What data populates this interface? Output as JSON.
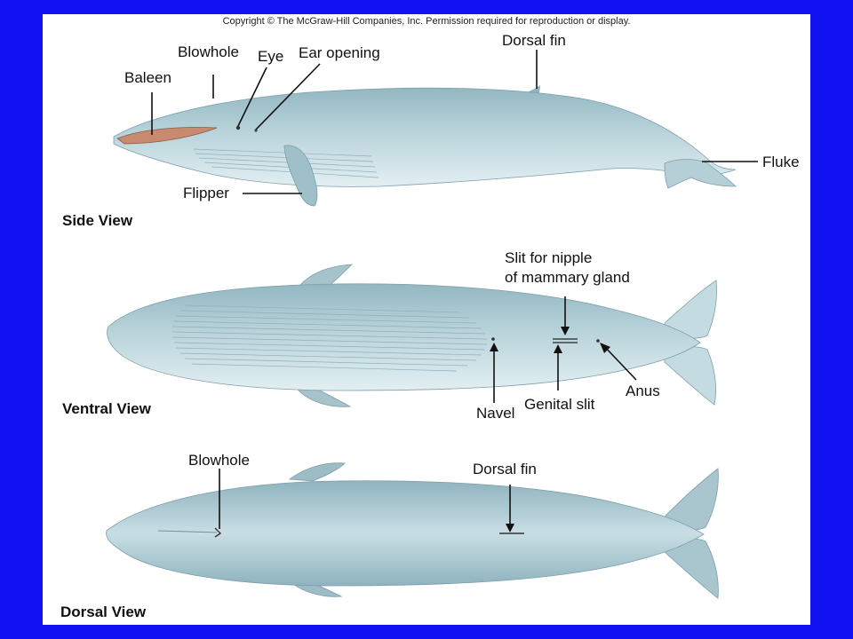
{
  "copyright": "Copyright © The McGraw-Hill Companies, Inc. Permission required for reproduction or display.",
  "colors": {
    "background": "#1010f0",
    "body": "#a9c6cf",
    "belly": "#d8e9ee",
    "baleen": "#c98b70"
  },
  "side_view": {
    "title": "Side View",
    "labels": {
      "baleen": "Baleen",
      "blowhole": "Blowhole",
      "eye": "Eye",
      "ear_opening": "Ear opening",
      "dorsal_fin": "Dorsal fin",
      "flipper": "Flipper",
      "fluke": "Fluke"
    }
  },
  "ventral_view": {
    "title": "Ventral View",
    "labels": {
      "slit_line1": "Slit for nipple",
      "slit_line2": "of mammary gland",
      "navel": "Navel",
      "genital_slit": "Genital slit",
      "anus": "Anus"
    }
  },
  "dorsal_view": {
    "title": "Dorsal View",
    "labels": {
      "blowhole": "Blowhole",
      "dorsal_fin": "Dorsal fin"
    }
  }
}
